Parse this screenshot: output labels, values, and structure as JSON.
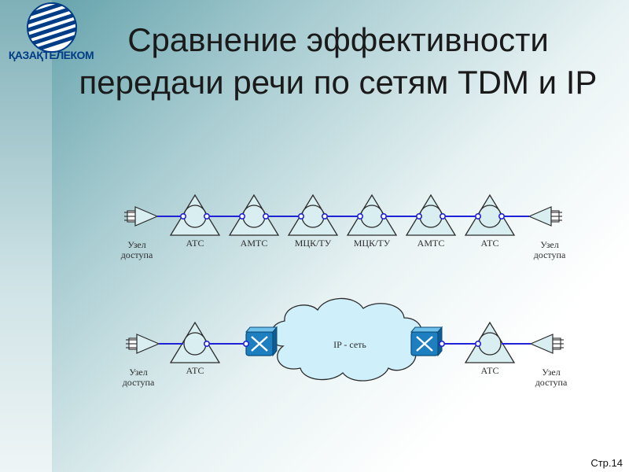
{
  "logo": {
    "text": "ҚАЗАҚТЕЛЕКОМ",
    "color": "#003d86"
  },
  "slide": {
    "title_line1": "Сравнение эффективности",
    "title_line2": "передачи речи по сетям TDM и IP",
    "page_number": "Стр.14"
  },
  "tdm_network": {
    "nodes": [
      {
        "type": "access",
        "label_line1": "Узел",
        "label_line2": "доступа"
      },
      {
        "type": "exchange",
        "label": "АТС"
      },
      {
        "type": "exchange",
        "label": "АМТС"
      },
      {
        "type": "exchange",
        "label": "МЦК/ТУ"
      },
      {
        "type": "exchange",
        "label": "МЦК/ТУ"
      },
      {
        "type": "exchange",
        "label": "АМТС"
      },
      {
        "type": "exchange",
        "label": "АТС"
      },
      {
        "type": "access",
        "label_line1": "Узел",
        "label_line2": "доступа"
      }
    ]
  },
  "ip_network": {
    "cloud_label": "IP - сеть",
    "nodes": [
      {
        "type": "access",
        "label_line1": "Узел",
        "label_line2": "доступа"
      },
      {
        "type": "exchange",
        "label": "АТС"
      },
      {
        "type": "router"
      },
      {
        "type": "cloud"
      },
      {
        "type": "router"
      },
      {
        "type": "exchange",
        "label": "АТС"
      },
      {
        "type": "access",
        "label_line1": "Узел",
        "label_line2": "доступа"
      }
    ]
  },
  "colors": {
    "link": "#1f22d6",
    "shape_fill": "#d8eef1",
    "router": "#1e7fc0",
    "cloud": "#cfeffb"
  }
}
